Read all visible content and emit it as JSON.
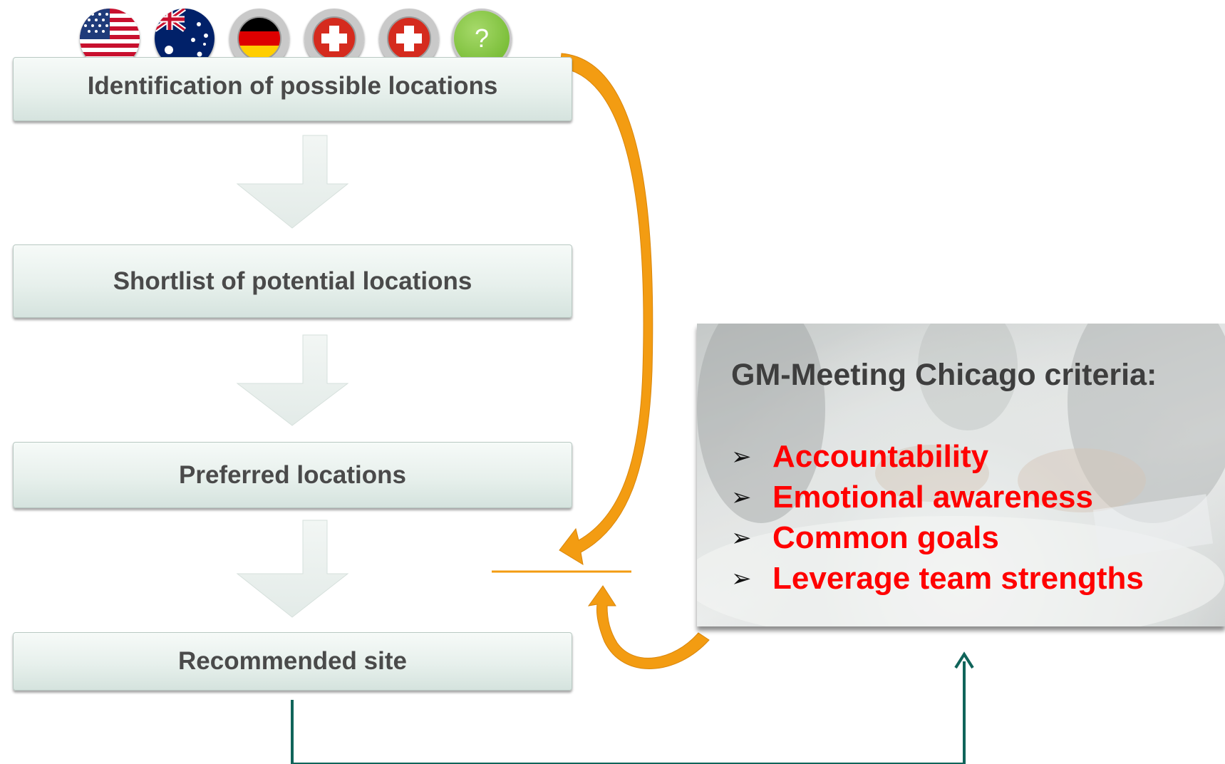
{
  "steps": [
    {
      "label": "Identification of possible locations"
    },
    {
      "label": "Shortlist of potential locations"
    },
    {
      "label": "Preferred locations"
    },
    {
      "label": "Recommended site"
    }
  ],
  "flags": [
    "usa-flag-icon",
    "australia-flag-icon",
    "germany-flag-icon",
    "switzerland-flag-icon",
    "switzerland-flag-icon",
    "unknown-location-icon"
  ],
  "unknown_flag_text": "?",
  "criteria": {
    "title": "GM-Meeting Chicago criteria:",
    "bullet": "➢",
    "items": [
      "Accountability",
      "Emotional awareness",
      "Common goals",
      "Leverage team strengths"
    ]
  },
  "colors": {
    "orange": "#f39c12",
    "teal": "#10645a",
    "criteria_red": "#ff0000",
    "box_text": "#4a4a4a"
  }
}
